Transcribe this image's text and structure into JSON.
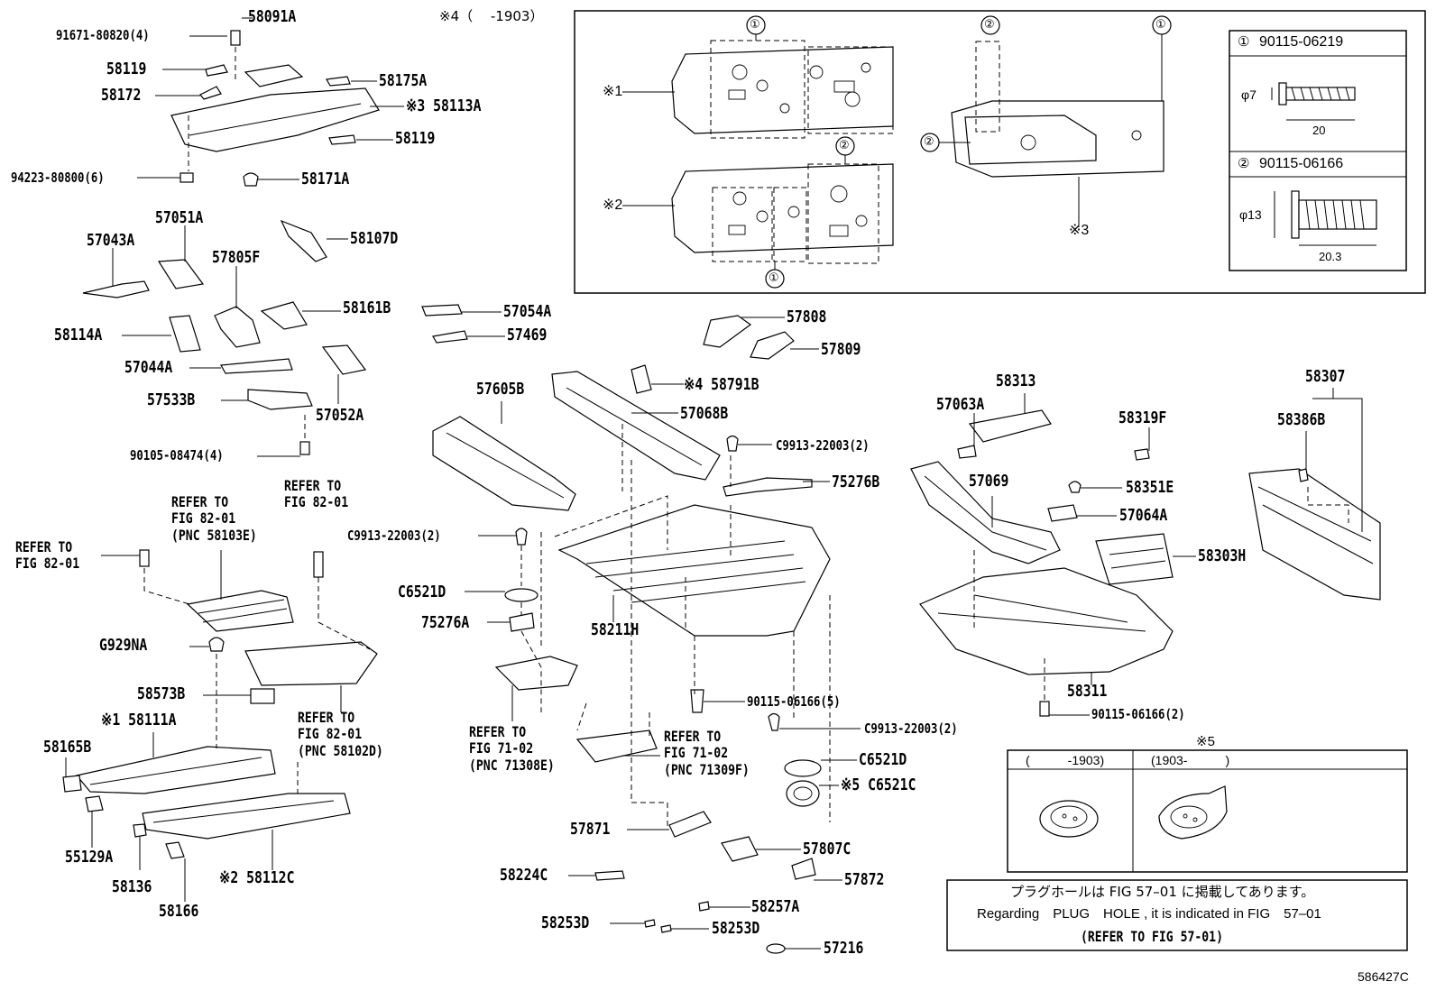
{
  "diagram_id": "586427C",
  "inset": {
    "header": "※4（　 -1903）",
    "left_marks": [
      "※1",
      "※2"
    ],
    "mark3": "※3",
    "circled": [
      "①",
      "②"
    ],
    "bolt1": {
      "num": "①",
      "part": "90115-06219",
      "dia": "φ7",
      "len": "20"
    },
    "bolt2": {
      "num": "②",
      "part": "90115-06166",
      "dia": "φ13",
      "len": "20.3"
    }
  },
  "labels": {
    "p58091A": "58091A",
    "p91671": "91671-80820(4)",
    "p58119a": "58119",
    "p58175A": "58175A",
    "p58172": "58172",
    "p58113A": "※3 58113A",
    "p58119b": "58119",
    "p94223": "94223-80800(6)",
    "p58171A": "58171A",
    "p57051A": "57051A",
    "p57043A": "57043A",
    "p58107D": "58107D",
    "p57805F": "57805F",
    "p58161B": "58161B",
    "p57054A": "57054A",
    "p58114A": "58114A",
    "p57469": "57469",
    "p57044A": "57044A",
    "p57533B": "57533B",
    "p57052A": "57052A",
    "p90105": "90105-08474(4)",
    "ref_left": "REFER TO\nFIG 82-01",
    "ref_mid": "REFER TO\nFIG 82-01\n(PNC 58103E)",
    "ref_right": "REFER TO\nFIG 82-01",
    "pG929NA": "G929NA",
    "p58573B": "58573B",
    "ref_58102D": "REFER TO\nFIG 82-01\n(PNC 58102D)",
    "p58111A": "※1 58111A",
    "p58165B": "58165B",
    "p55129A": "55129A",
    "p58136": "58136",
    "p58166": "58166",
    "p58112C": "※2 58112C",
    "p57808": "57808",
    "p57809": "57809",
    "p57605B": "57605B",
    "p58791B": "※4 58791B",
    "p57068B": "57068B",
    "pC9913a": "C9913-22003(2)",
    "p75276B": "75276B",
    "pC9913b": "C9913-22003(2)",
    "pC6521Da": "C6521D",
    "p75276A": "75276A",
    "p58211H": "58211H",
    "ref_71308E": "REFER TO\nFIG 71-02\n(PNC 71308E)",
    "ref_71309F": "REFER TO\nFIG 71-02\n(PNC 71309F)",
    "p90115a": "90115-06166(5)",
    "pC9913c": "C9913-22003(2)",
    "pC6521Db": "C6521D",
    "pC6521C": "※5 C6521C",
    "p57871": "57871",
    "p57807C": "57807C",
    "p58224C": "58224C",
    "p57872": "57872",
    "p58257A": "58257A",
    "p58253Da": "58253D",
    "p58253Db": "58253D",
    "p57216": "57216",
    "p58313": "58313",
    "p57063A": "57063A",
    "p58319F": "58319F",
    "p58307": "58307",
    "p58386B": "58386B",
    "p57069": "57069",
    "p58351E": "58351E",
    "p57064A": "57064A",
    "p58303H": "58303H",
    "p58311": "58311",
    "p90115b": "90115-06166(2)"
  },
  "plug_table": {
    "mark": "※5",
    "col1": "(　　　-1903)",
    "col2": "(1903-　　　)"
  },
  "note": {
    "jp": "プラグホールは FIG 57–01 に掲載してあります。",
    "en": "Regarding　PLUG　HOLE , it is indicated in FIG　57–01",
    "ref": "(REFER TO FIG 57-01)"
  }
}
